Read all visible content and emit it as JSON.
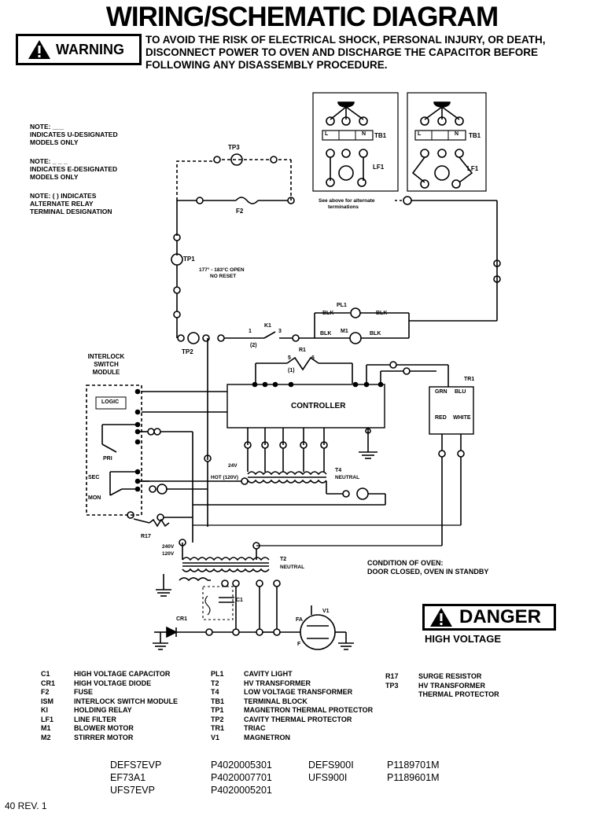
{
  "title": "WIRING/SCHEMATIC DIAGRAM",
  "warning": {
    "label": "WARNING",
    "text": "TO AVOID THE RISK OF ELECTRICAL SHOCK, PERSONAL INJURY, OR DEATH, DISCONNECT POWER TO OVEN AND DISCHARGE THE CAPACITOR BEFORE FOLLOWING ANY DISASSEMBLY PROCEDURE."
  },
  "notes": [
    {
      "line1": "NOTE: ___",
      "line2": "INDICATES U-DESIGNATED",
      "line3": "MODELS ONLY"
    },
    {
      "line1": "NOTE: _ _ _",
      "line2": "INDICATES E-DESIGNATED",
      "line3": "MODELS ONLY"
    },
    {
      "line1": "NOTE: ( ) INDICATES",
      "line2": "ALTERNATE RELAY",
      "line3": "TERMINAL DESIGNATION"
    }
  ],
  "schematic": {
    "tp3": "TP3",
    "tp1": "TP1",
    "tp2": "TP2",
    "f2": "F2",
    "tb1": "TB1",
    "lf1": "LF1",
    "tp1_note1": "177° - 183°C OPEN",
    "tp1_note2": "NO RESET",
    "see_above1": "See above for alternate",
    "see_above2": "terminations",
    "pl1": "PL1",
    "k1": "K1",
    "m1": "M1",
    "r1": "R1",
    "blk": "BLK",
    "interlock1": "INTERLOCK",
    "interlock2": "SWITCH",
    "interlock3": "MODULE",
    "logic": "LOGIC",
    "sec": "SEC",
    "mon": "MON",
    "pri": "PRI",
    "r17": "R17",
    "controller": "CONTROLLER",
    "tr1": "TR1",
    "grn": "GRN",
    "blu": "BLU",
    "red": "RED",
    "white": "WHITE",
    "t4": "T4",
    "neutral": "NEUTRAL",
    "hot": "HOT (120V)",
    "t4sec": "24V",
    "t2": "T2",
    "t2neutral": "NEUTRAL",
    "v240": "240V",
    "v120": "120V",
    "c1": "C1",
    "cr1": "CR1",
    "v1": "V1",
    "fa": "FA",
    "f": "F",
    "term_L": "L",
    "term_N": "N",
    "k1_1": "1",
    "k1_3": "3",
    "k1_2": "(2)",
    "r1_5": "5",
    "r1_6": "6",
    "r1_1": "(1)"
  },
  "condition": {
    "line1": "CONDITION OF OVEN:",
    "line2": "DOOR CLOSED, OVEN IN STANDBY"
  },
  "danger": {
    "label": "DANGER",
    "sub": "HIGH VOLTAGE"
  },
  "legend": [
    [
      {
        "code": "C1",
        "desc": "HIGH VOLTAGE CAPACITOR"
      },
      {
        "code": "CR1",
        "desc": "HIGH VOLTAGE DIODE"
      },
      {
        "code": "F2",
        "desc": "FUSE"
      },
      {
        "code": "ISM",
        "desc": "INTERLOCK SWITCH MODULE"
      },
      {
        "code": "KI",
        "desc": "HOLDING RELAY"
      },
      {
        "code": "LF1",
        "desc": "LINE FILTER"
      },
      {
        "code": "M1",
        "desc": "BLOWER MOTOR"
      },
      {
        "code": "M2",
        "desc": "STIRRER MOTOR"
      }
    ],
    [
      {
        "code": "PL1",
        "desc": "CAVITY LIGHT"
      },
      {
        "code": "T2",
        "desc": "HV TRANSFORMER"
      },
      {
        "code": "T4",
        "desc": "LOW VOLTAGE TRANSFORMER"
      },
      {
        "code": "TB1",
        "desc": "TERMINAL BLOCK"
      },
      {
        "code": "TP1",
        "desc": "MAGNETRON THERMAL PROTECTOR"
      },
      {
        "code": "TP2",
        "desc": "CAVITY THERMAL PROTECTOR"
      },
      {
        "code": "TR1",
        "desc": "TRIAC"
      },
      {
        "code": "V1",
        "desc": "MAGNETRON"
      }
    ],
    [
      {
        "code": "R17",
        "desc": "SURGE RESISTOR"
      },
      {
        "code": "TP3",
        "desc": "HV TRANSFORMER"
      },
      {
        "code": "",
        "desc": "THERMAL PROTECTOR"
      }
    ]
  ],
  "models": [
    {
      "model": "DEFS7EVP",
      "part": "P4020005301"
    },
    {
      "model": "EF73A1",
      "part": "P4020007701"
    },
    {
      "model": "UFS7EVP",
      "part": "P4020005201"
    },
    {
      "model": "DEFS900I",
      "part": "P1189701M"
    },
    {
      "model": "UFS900I",
      "part": "P1189601M"
    }
  ],
  "footer": "40  REV. 1"
}
